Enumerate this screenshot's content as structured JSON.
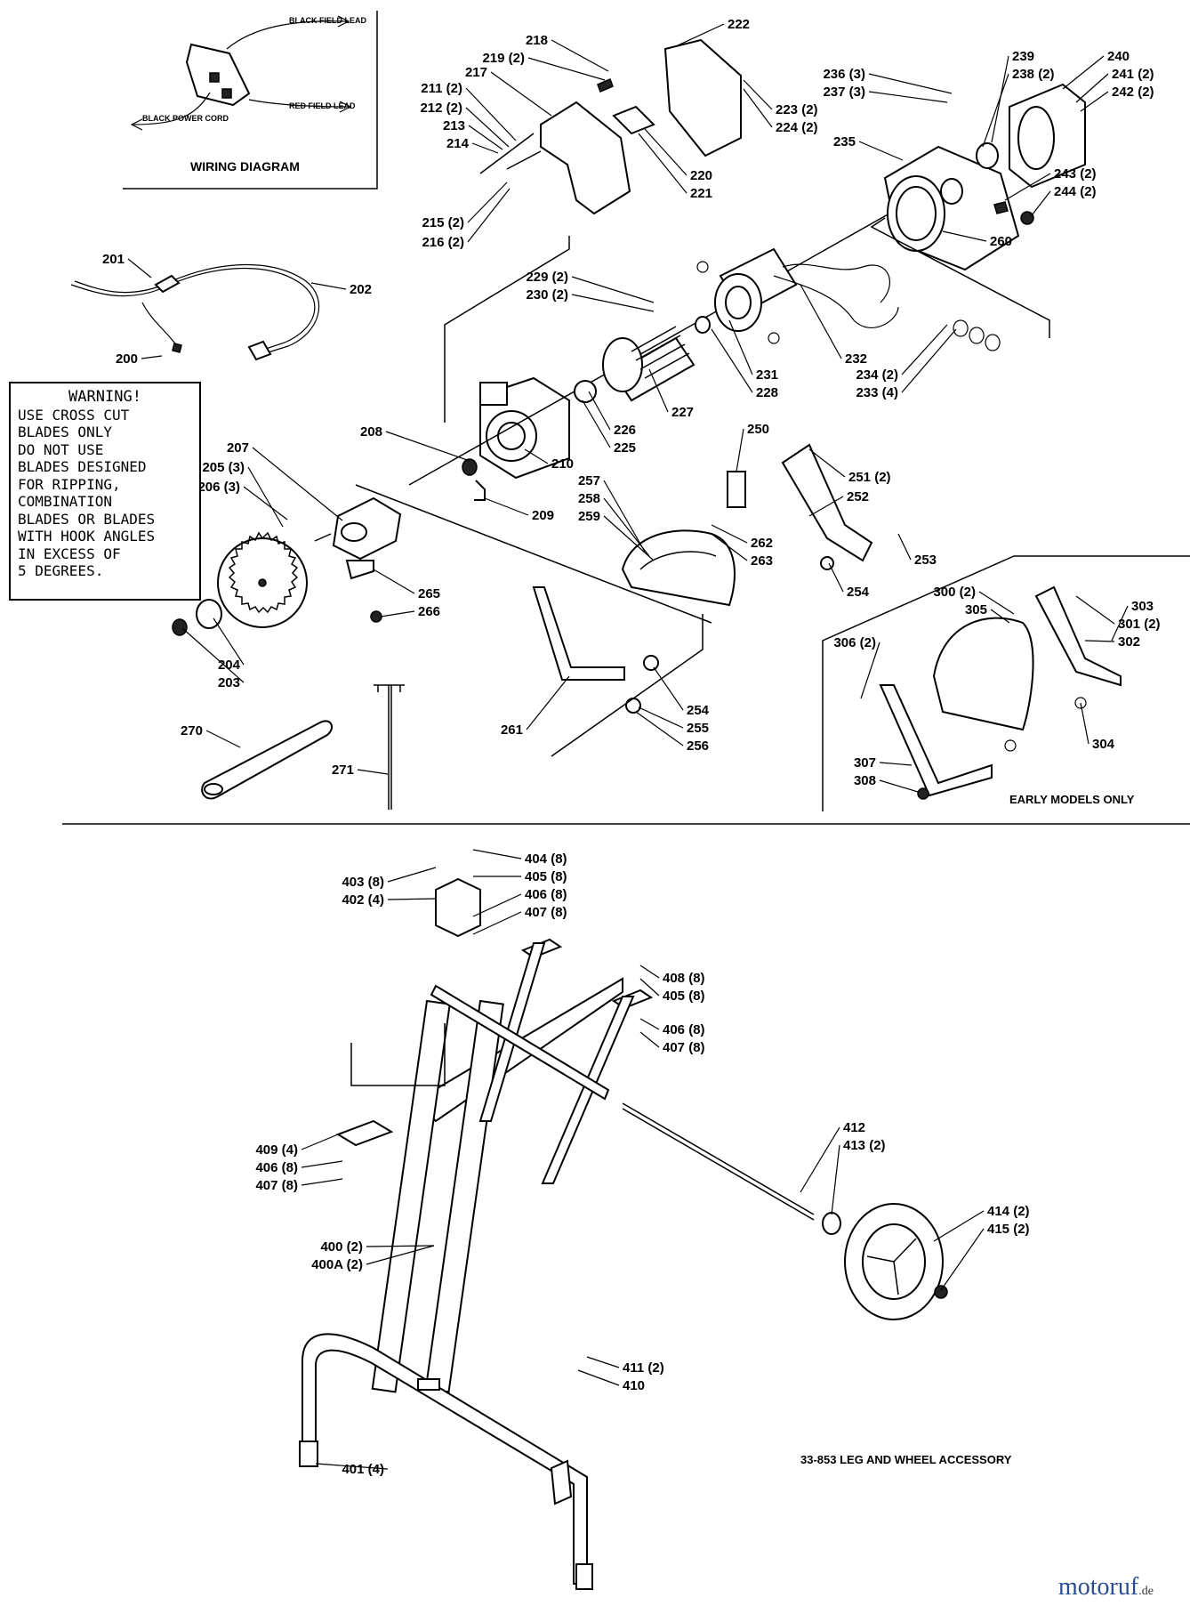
{
  "wiring": {
    "title": "WIRING DIAGRAM",
    "black_field_lead": "BLACK FIELD LEAD",
    "red_field_lead": "RED FIELD LEAD",
    "black_power_cord": "BLACK POWER CORD"
  },
  "warning": {
    "title": "WARNING!",
    "body": "USE CROSS CUT\nBLADES ONLY\nDO NOT USE\nBLADES DESIGNED\nFOR RIPPING,\nCOMBINATION\nBLADES OR BLADES\nWITH HOOK ANGLES\nIN EXCESS OF\n5 DEGREES."
  },
  "captions": {
    "early_models": "EARLY MODELS ONLY",
    "accessory": "33-853 LEG AND WHEEL ACCESSORY"
  },
  "brand": {
    "name": "motoruf",
    "suffix": ".de",
    "color": "#2a4d8f"
  },
  "callouts": {
    "c200": "200",
    "c201": "201",
    "c202": "202",
    "c203": "203",
    "c204": "204",
    "c205": "205 (3)",
    "c206": "206 (3)",
    "c207": "207",
    "c208": "208",
    "c209": "209",
    "c210": "210",
    "c211": "211 (2)",
    "c212": "212 (2)",
    "c213": "213",
    "c214": "214",
    "c215": "215 (2)",
    "c216": "216 (2)",
    "c217": "217",
    "c218": "218",
    "c219": "219 (2)",
    "c220": "220",
    "c221": "221",
    "c222": "222",
    "c223": "223 (2)",
    "c224": "224 (2)",
    "c225": "225",
    "c226": "226",
    "c227": "227",
    "c228": "228",
    "c229": "229 (2)",
    "c230": "230 (2)",
    "c231": "231",
    "c232": "232",
    "c233": "233 (4)",
    "c234": "234 (2)",
    "c235": "235",
    "c236": "236 (3)",
    "c237": "237 (3)",
    "c238": "238 (2)",
    "c239": "239",
    "c240": "240",
    "c241": "241 (2)",
    "c242": "242 (2)",
    "c243": "243 (2)",
    "c244": "244 (2)",
    "c250": "250",
    "c251": "251 (2)",
    "c252": "252",
    "c253": "253",
    "c254a": "254",
    "c254b": "254",
    "c255": "255",
    "c256": "256",
    "c257": "257",
    "c258": "258",
    "c259": "259",
    "c260": "260",
    "c261": "261",
    "c262": "262",
    "c263": "263",
    "c265": "265",
    "c266": "266",
    "c270": "270",
    "c271": "271",
    "c300": "300 (2)",
    "c301": "301 (2)",
    "c302": "302",
    "c303": "303",
    "c304": "304",
    "c305": "305",
    "c306": "306 (2)",
    "c307": "307",
    "c308": "308",
    "c400": "400 (2)",
    "c400a": "400A (2)",
    "c401": "401 (4)",
    "c402": "402 (4)",
    "c403": "403 (8)",
    "c404": "404 (8)",
    "c405a": "405 (8)",
    "c406a": "406 (8)",
    "c407a": "407 (8)",
    "c408": "408 (8)",
    "c405b": "405 (8)",
    "c406b": "406 (8)",
    "c407b": "407 (8)",
    "c409": "409 (4)",
    "c406c": "406 (8)",
    "c407c": "407 (8)",
    "c410": "410",
    "c411": "411 (2)",
    "c412": "412",
    "c413": "413 (2)",
    "c414": "414 (2)",
    "c415": "415 (2)"
  }
}
